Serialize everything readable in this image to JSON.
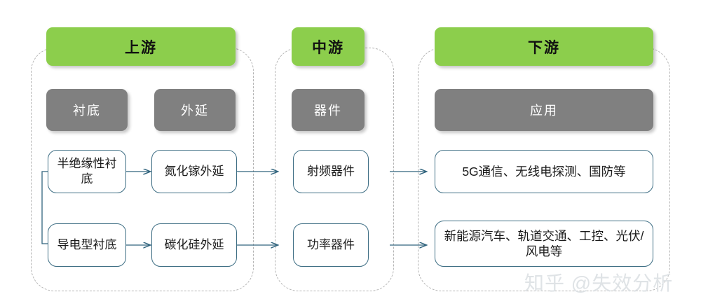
{
  "diagram": {
    "title_hidden": "",
    "colors": {
      "stage_header_green": "#8CCE4C",
      "category_gray": "#808080",
      "box_border_blue": "#3E6E84",
      "frame_dashed_gray": "#B3B3B3",
      "arrow_blue": "#31647E",
      "watermark_gray": "#DFE3E6",
      "background": "#FFFFFF"
    },
    "stages": [
      {
        "id": "upstream",
        "header": "上游",
        "categories": [
          "衬底",
          "外延"
        ],
        "items": [
          "半绝缘性衬底",
          "氮化镓外延",
          "导电型衬底",
          "碳化硅外延"
        ]
      },
      {
        "id": "midstream",
        "header": "中游",
        "categories": [
          "器件"
        ],
        "items": [
          "射频器件",
          "功率器件"
        ]
      },
      {
        "id": "downstream",
        "header": "下游",
        "categories": [
          "应用"
        ],
        "items": [
          "5G通信、无线电探测、国防等",
          "新能源汽车、轨道交通、工控、光伏/风电等"
        ]
      }
    ]
  },
  "watermark": {
    "text": "知乎 @失效分析"
  }
}
